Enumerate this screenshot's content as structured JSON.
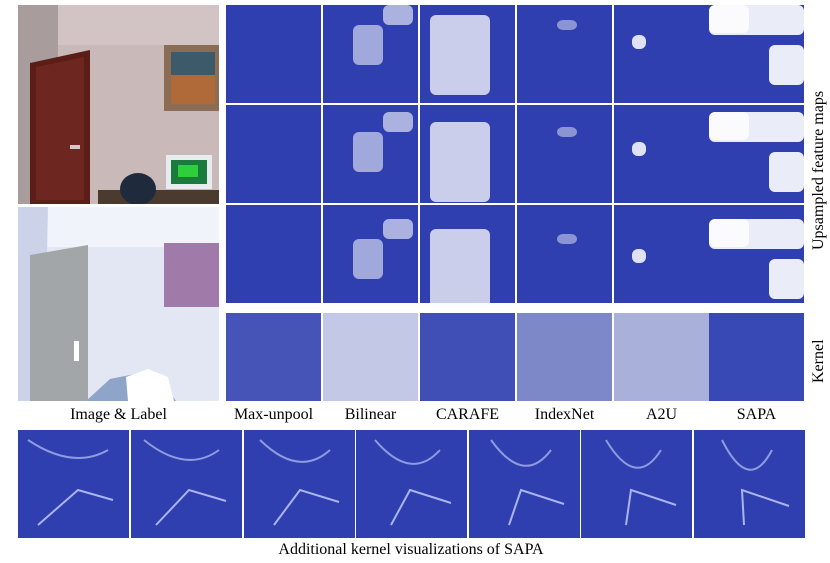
{
  "figure": {
    "row_label_upsampled": "Upsampled feature maps",
    "row_label_kernel": "Kernel",
    "columns": [
      "Image & Label",
      "Max-unpool",
      "Bilinear",
      "CARAFE",
      "IndexNet",
      "A2U",
      "SAPA"
    ],
    "bottom_caption": "Additional kernel visualizations of SAPA"
  },
  "colors": {
    "feature_blue": "#2f3fb0",
    "highlight": "#ffffff",
    "label_gray": "#a3a6a8",
    "label_light": "#dde3f4",
    "label_purple": "#a07aa8"
  }
}
